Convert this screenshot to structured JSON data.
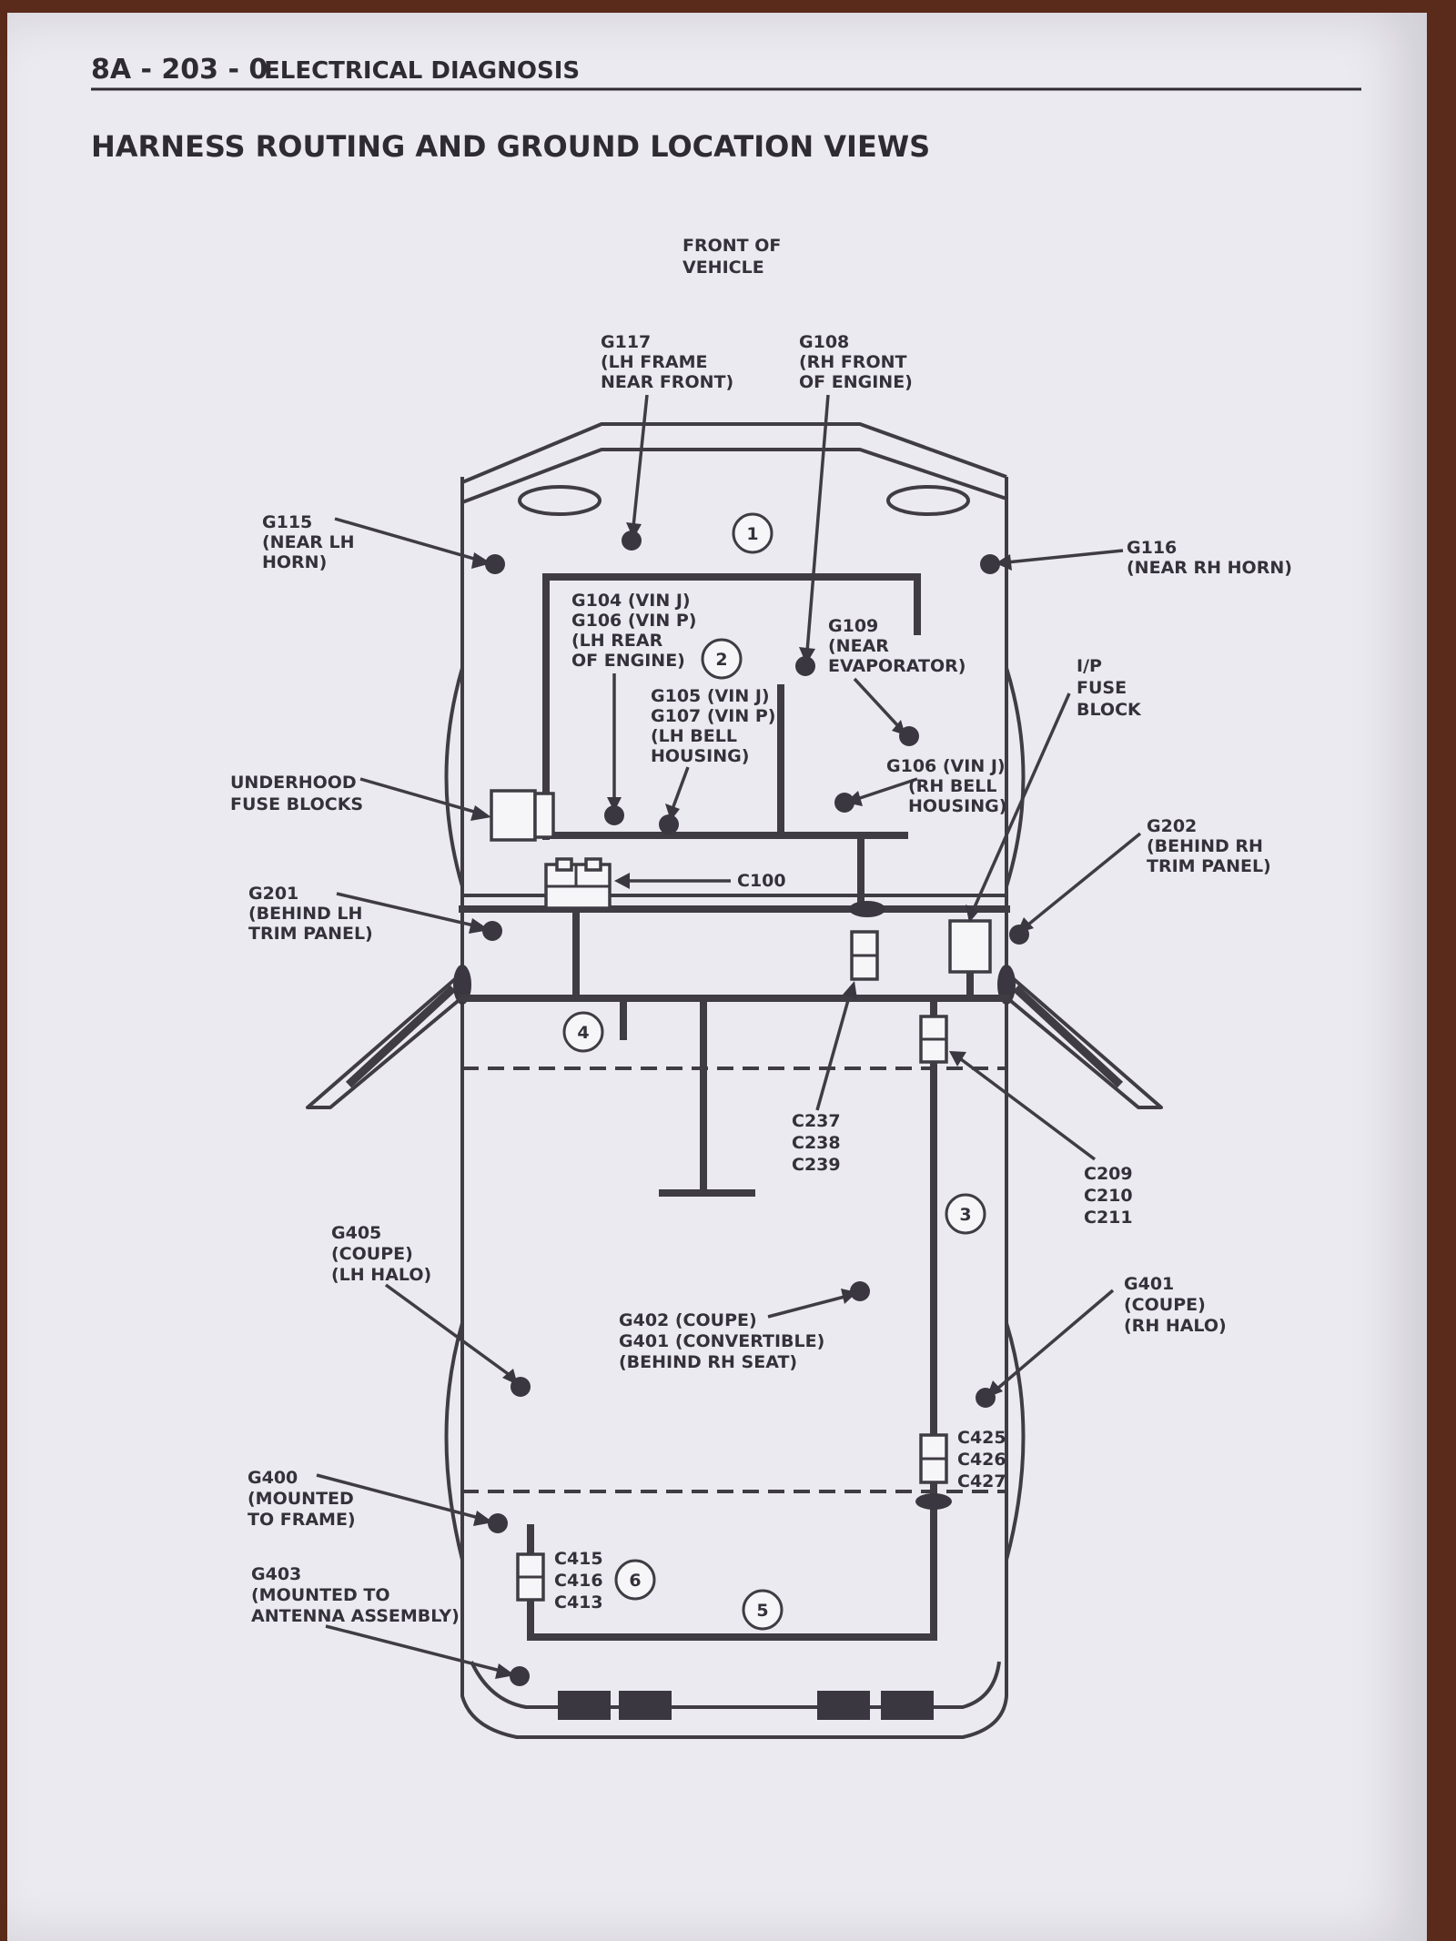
{
  "header": {
    "page_code": "8A - 203 - 0",
    "section": "ELECTRICAL DIAGNOSIS",
    "title": "HARNESS ROUTING AND GROUND LOCATION VIEWS"
  },
  "orientation": [
    "FRONT OF",
    "VEHICLE"
  ],
  "labels": {
    "g117": [
      "G117",
      "(LH FRAME",
      "NEAR FRONT)"
    ],
    "g108": [
      "G108",
      "(RH FRONT",
      "OF ENGINE)"
    ],
    "g115": [
      "G115",
      "(NEAR LH",
      "HORN)"
    ],
    "g116": [
      "G116",
      "(NEAR RH HORN)"
    ],
    "g104": [
      "G104  (VIN J)",
      "G106  (VIN P)",
      "(LH REAR",
      "OF ENGINE)"
    ],
    "g109": [
      "G109",
      "(NEAR",
      "EVAPORATOR)"
    ],
    "g105": [
      "G105  (VIN J)",
      "G107  (VIN P)",
      "(LH BELL",
      "HOUSING)"
    ],
    "ip_fuse": [
      "I/P",
      "FUSE",
      "BLOCK"
    ],
    "underhood": [
      "UNDERHOOD",
      "FUSE BLOCKS"
    ],
    "g106j": [
      "G106  (VIN J)",
      "(RH BELL",
      "HOUSING)"
    ],
    "g202": [
      "G202",
      "(BEHIND RH",
      "TRIM PANEL)"
    ],
    "c100": [
      "C100"
    ],
    "g201": [
      "G201",
      "(BEHIND LH",
      "TRIM PANEL)"
    ],
    "c237": [
      "C237",
      "C238",
      "C239"
    ],
    "c209": [
      "C209",
      "C210",
      "C211"
    ],
    "g405": [
      "G405",
      "(COUPE)",
      "(LH HALO)"
    ],
    "g401r": [
      "G401",
      "(COUPE)",
      "(RH HALO)"
    ],
    "g402": [
      "G402  (COUPE)",
      "G401  (CONVERTIBLE)",
      "(BEHIND RH SEAT)"
    ],
    "c425": [
      "C425",
      "C426",
      "C427"
    ],
    "g400": [
      "G400",
      "(MOUNTED",
      "TO FRAME)"
    ],
    "c415": [
      "C415",
      "C416",
      "C413"
    ],
    "g403": [
      "G403",
      "(MOUNTED TO",
      "ANTENNA ASSEMBLY)"
    ]
  },
  "zones": [
    "1",
    "2",
    "3",
    "4",
    "5",
    "6"
  ]
}
